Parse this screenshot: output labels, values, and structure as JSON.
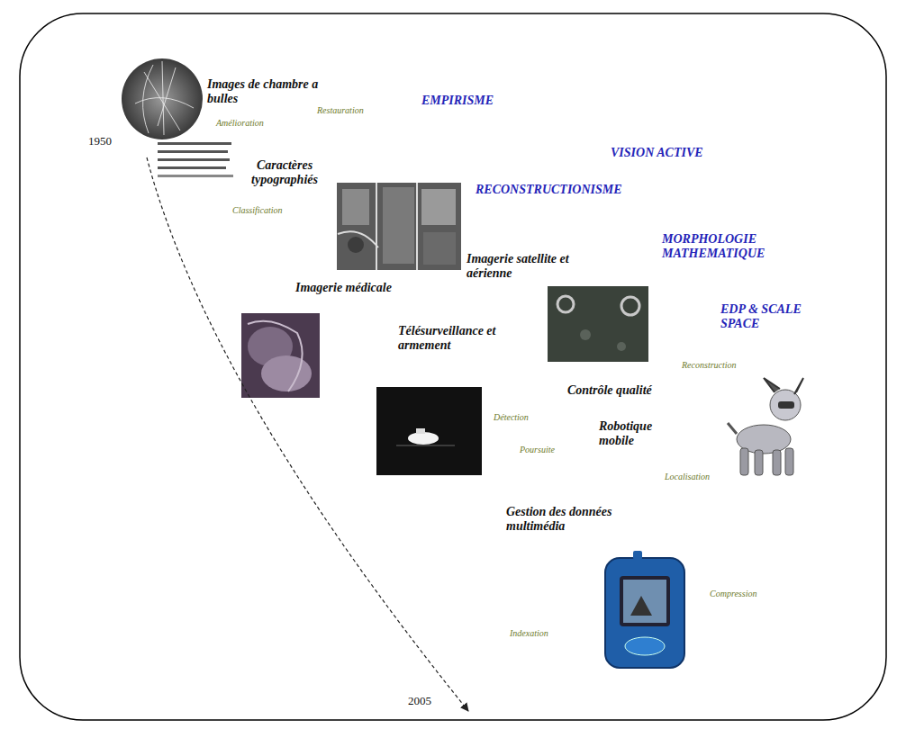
{
  "diagram": {
    "labels": [
      "Images de chambre a bulles",
      "Restauration",
      "Amélioration",
      "EMPIRISME",
      "VISION ACTIVE",
      "RECONSTRUCTIONISME",
      "MORPHOLOGIE MATHEMATIQUE",
      "EDP & SCALE SPACE",
      "1950",
      "Caractères typographiés",
      "Classification",
      "Imagerie médicale",
      "Imagerie satellite et aérienne",
      "Télésurveillance et armement",
      "Reconstruction",
      "Contrôle qualité",
      "Détection",
      "Poursuite",
      "Robotique mobile",
      "Localisation",
      "Gestion des données multimédia",
      "Compression",
      "Indexation",
      "2005"
    ]
  }
}
